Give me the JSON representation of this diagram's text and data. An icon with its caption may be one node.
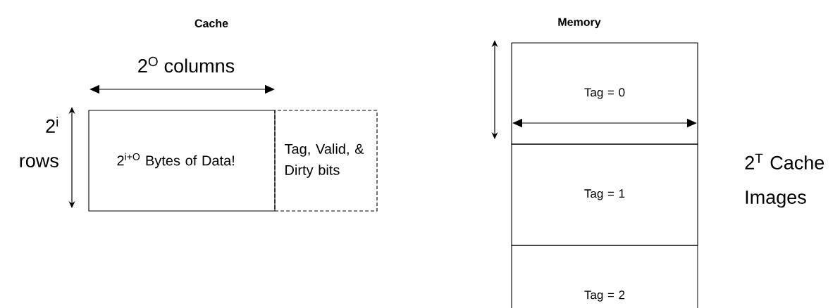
{
  "diagram": {
    "nodes": [
      {
        "text": [
          "2$^{i+O}$ Bytes of Data!"
        ]
      },
      {
        "text": [
          "Tag, Valid, & Dirty bits"
        ]
      },
      {
        "text": [
          "Tag = 0"
        ]
      },
      {
        "text": [
          "Tag = 1"
        ]
      },
      {
        "text": [
          "Tag = 2"
        ]
      }
    ],
    "labels": [
      "Cache",
      "Memory",
      "2$^{O}$ columns",
      "2$^{i}$ rows",
      "2$^{T}$ Cache Images"
    ]
  }
}
